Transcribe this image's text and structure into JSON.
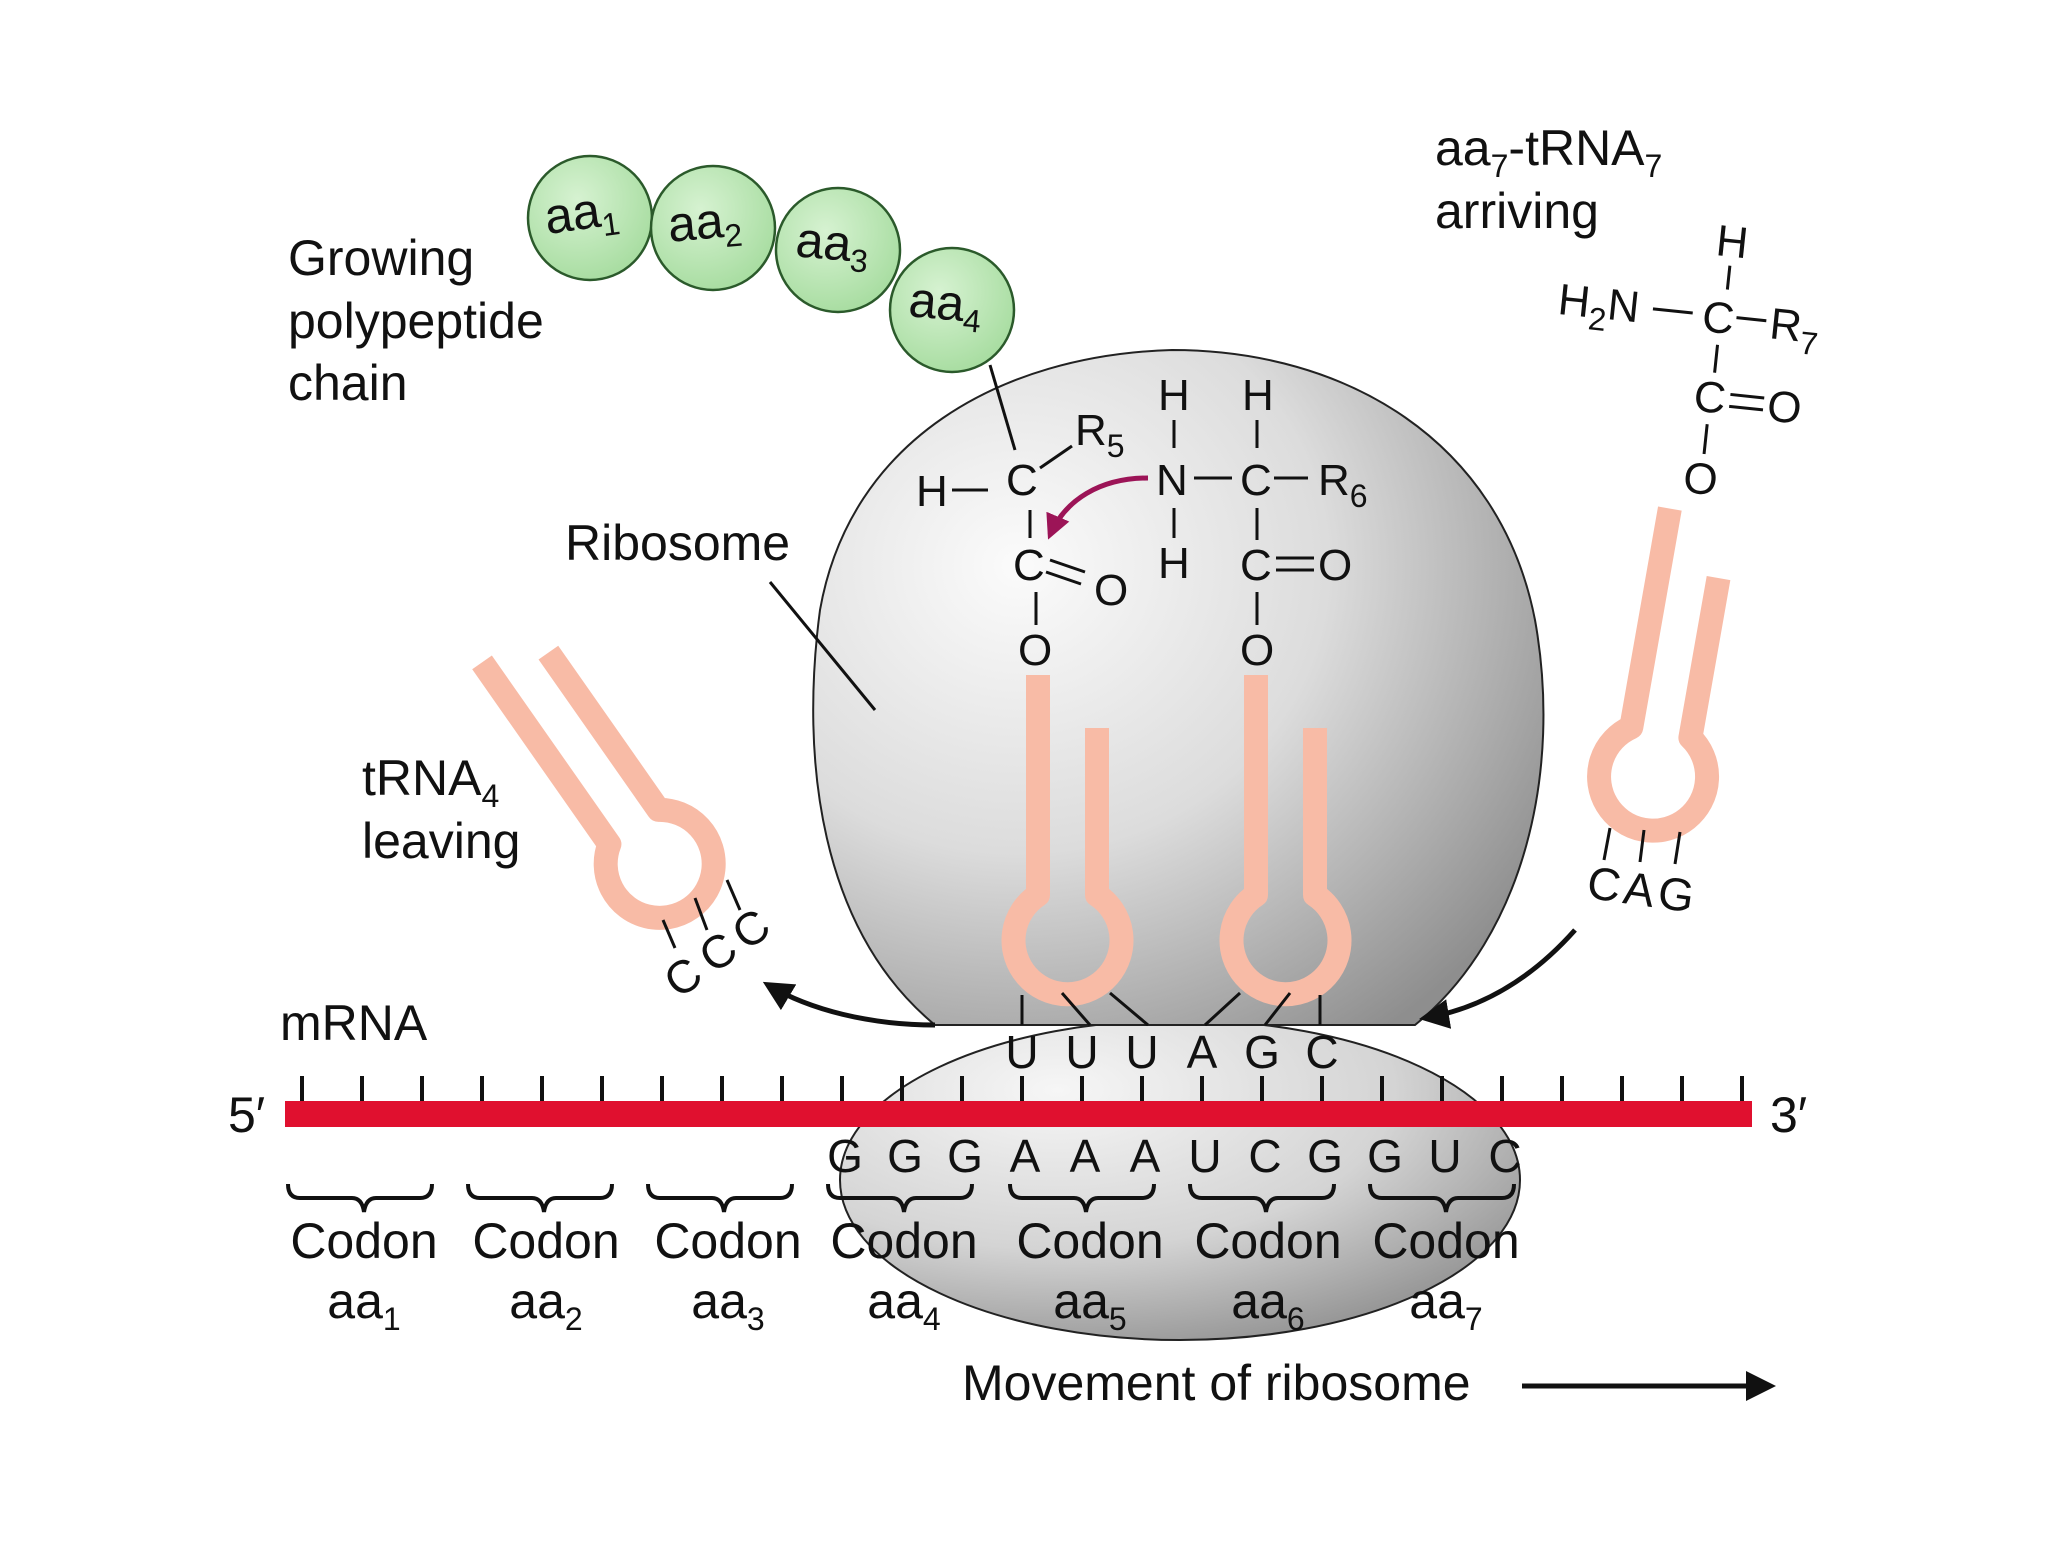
{
  "labels": {
    "growing_chain": [
      "Growing",
      "polypeptide",
      "chain"
    ],
    "ribosome": "Ribosome",
    "trna_leaving_line1_base": "tRNA",
    "trna_leaving_line1_sub": "4",
    "trna_leaving_line2": "leaving",
    "arriving_line1_a": "aa",
    "arriving_line1_sub_a": "7",
    "arriving_line1_b": "-tRNA",
    "arriving_line1_sub_b": "7",
    "arriving_line2": "arriving",
    "mrna": "mRNA",
    "five_prime": "5′",
    "three_prime": "3′",
    "movement": "Movement of ribosome"
  },
  "chain_beads": [
    {
      "base": "aa",
      "sub": "1"
    },
    {
      "base": "aa",
      "sub": "2"
    },
    {
      "base": "aa",
      "sub": "3"
    },
    {
      "base": "aa",
      "sub": "4"
    }
  ],
  "chemistry": {
    "H": "H",
    "C": "C",
    "N": "N",
    "O": "O",
    "R": "R",
    "R5_sub": "5",
    "R6_sub": "6",
    "R7_sub": "7",
    "H2_sub": "2"
  },
  "anticodons": {
    "leaving": [
      "C",
      "C",
      "C"
    ],
    "p_site": [
      "U",
      "U",
      "U"
    ],
    "a_site": [
      "A",
      "G",
      "C"
    ],
    "arriving": [
      "C",
      "A",
      "G"
    ]
  },
  "mrna_bases": [
    "G",
    "G",
    "G",
    "A",
    "A",
    "A",
    "U",
    "C",
    "G",
    "G",
    "U",
    "C"
  ],
  "codons": [
    {
      "label": "Codon",
      "aa": "aa",
      "sub": "1"
    },
    {
      "label": "Codon",
      "aa": "aa",
      "sub": "2"
    },
    {
      "label": "Codon",
      "aa": "aa",
      "sub": "3"
    },
    {
      "label": "Codon",
      "aa": "aa",
      "sub": "4"
    },
    {
      "label": "Codon",
      "aa": "aa",
      "sub": "5"
    },
    {
      "label": "Codon",
      "aa": "aa",
      "sub": "6"
    },
    {
      "label": "Codon",
      "aa": "aa",
      "sub": "7"
    }
  ],
  "colors": {
    "mrna": "#e0102f",
    "trna": "#f8bba6",
    "bead_fill": "#b6e4b0",
    "bead_stroke": "#2b5a2b",
    "attack_arrow": "#9c1457",
    "ribosome_light": "#fafafa",
    "ribosome_dark": "#8c8c8c"
  }
}
